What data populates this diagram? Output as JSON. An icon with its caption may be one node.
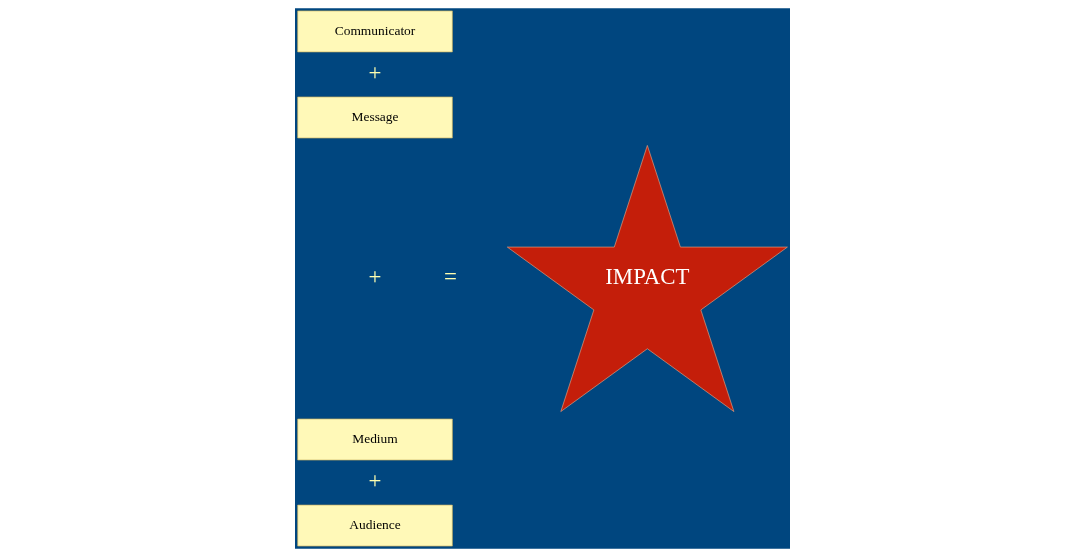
{
  "diagram": {
    "nodes": [
      {
        "text": [
          "Communicator"
        ]
      },
      {
        "text": [
          "Message"
        ]
      },
      {
        "text": [
          "Medium"
        ]
      },
      {
        "text": [
          "Audience"
        ]
      },
      {
        "text": [
          "IMPACT"
        ]
      }
    ],
    "labels": [
      "+",
      "+",
      "+",
      "="
    ]
  }
}
